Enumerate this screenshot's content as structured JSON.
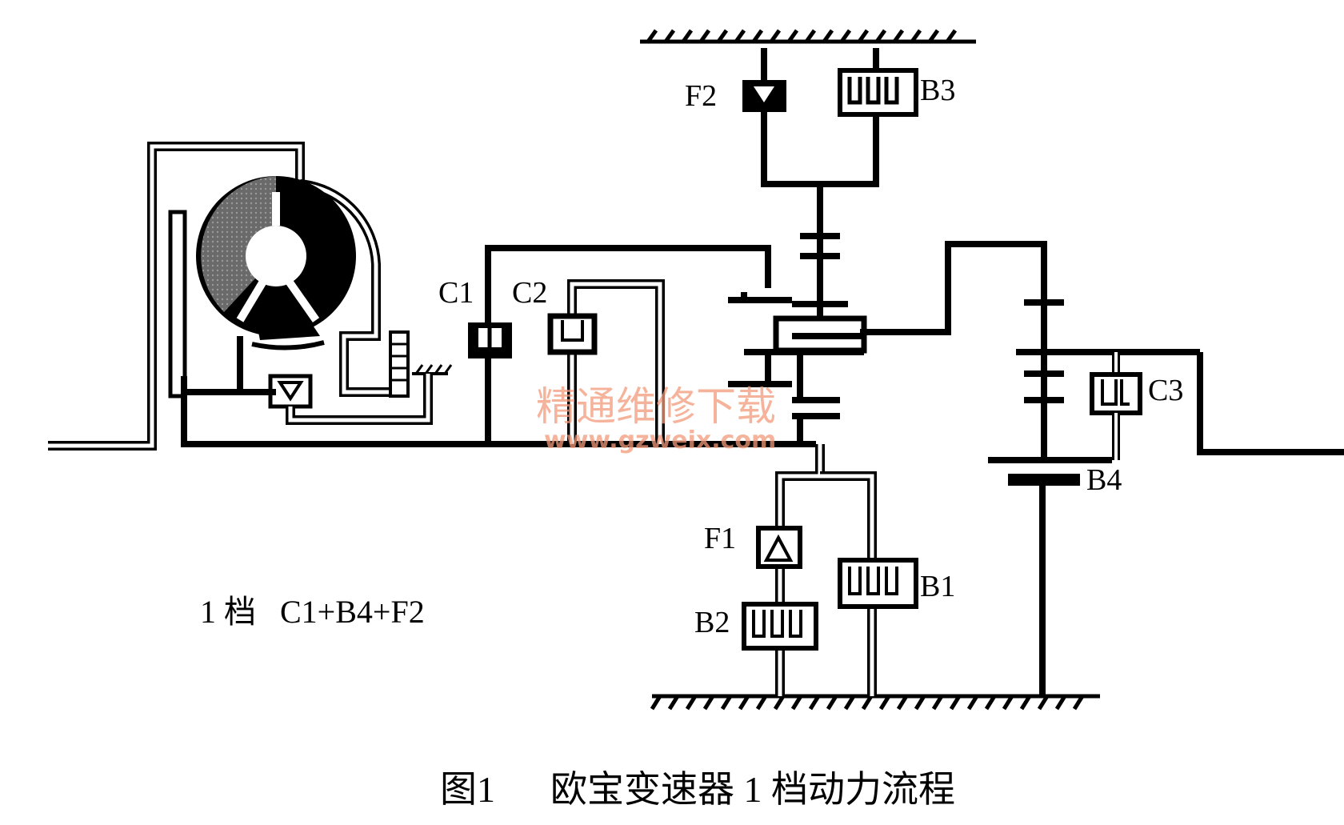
{
  "labels": {
    "F2": "F2",
    "B3": "B3",
    "C1": "C1",
    "C2": "C2",
    "C3": "C3",
    "B4": "B4",
    "F1": "F1",
    "B1": "B1",
    "B2": "B2"
  },
  "gear_label": "1 档   C1+B4+F2",
  "caption": "图1      欧宝变速器 1 档动力流程",
  "watermark": {
    "text": "精通维修下载",
    "url": "www.gzweix.com"
  },
  "colors": {
    "ink": "#000000",
    "watermark": "#f39a7a",
    "stator_fill": "#777777"
  }
}
